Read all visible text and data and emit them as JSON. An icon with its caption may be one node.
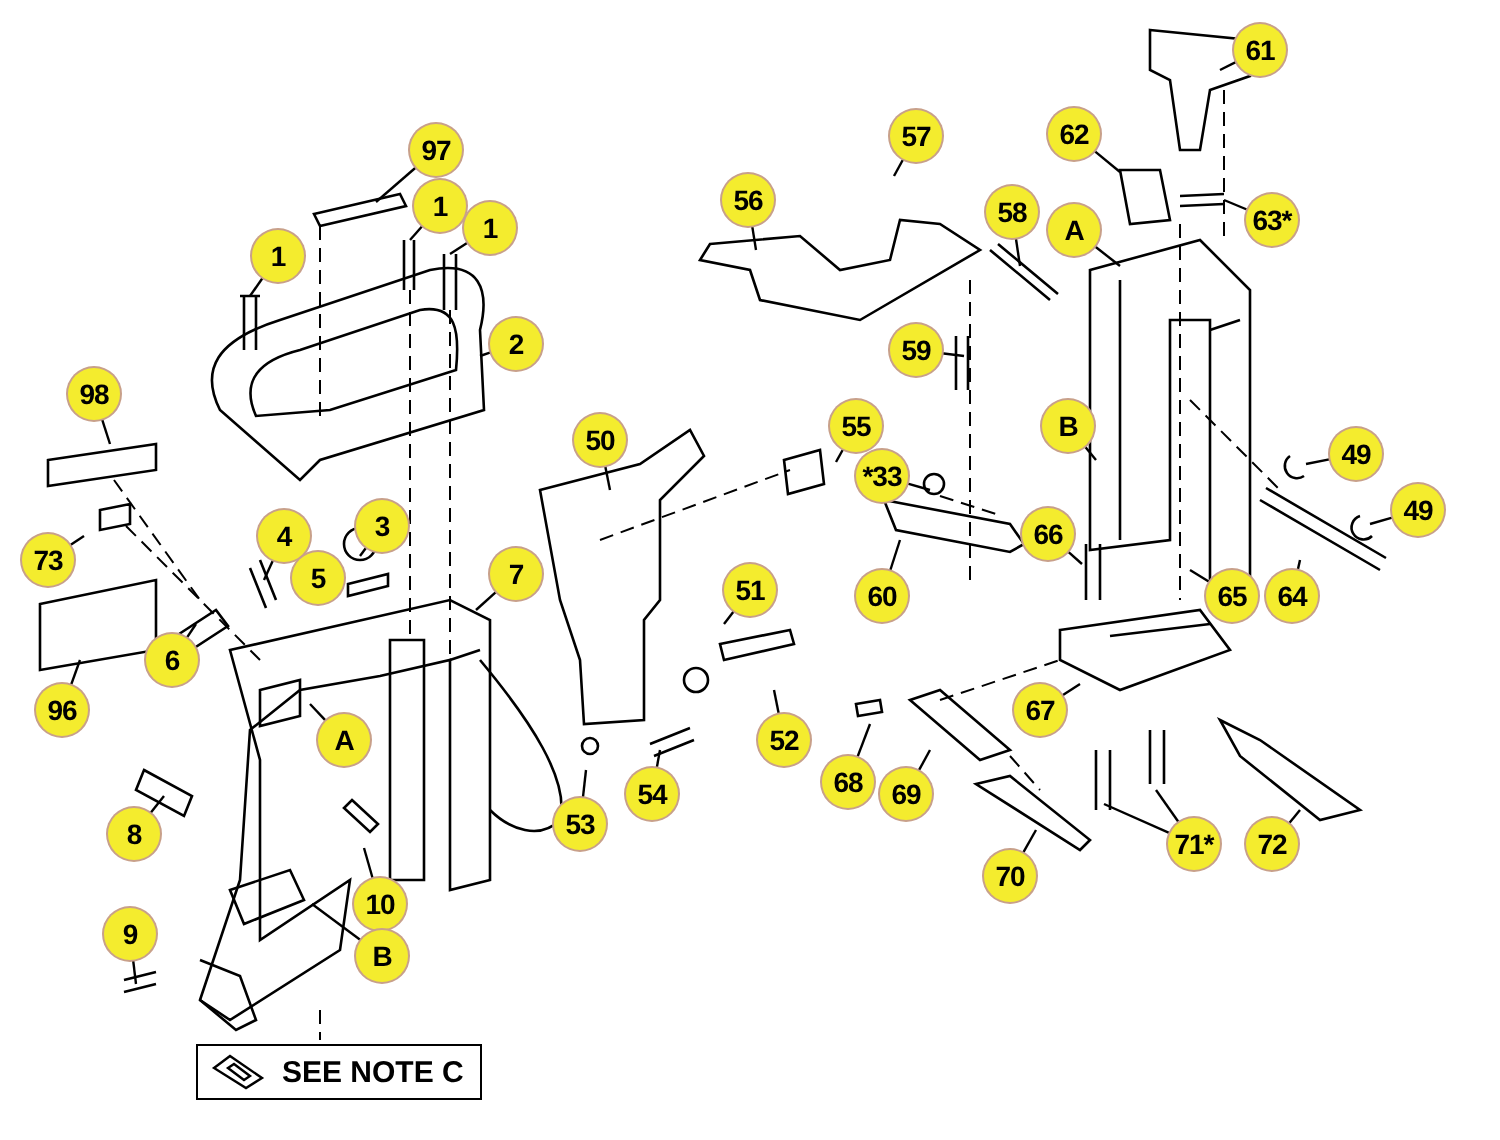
{
  "diagram": {
    "nodes": [
      {
        "text": [
          "97"
        ]
      },
      {
        "text": [
          "1"
        ]
      },
      {
        "text": [
          "1"
        ]
      },
      {
        "text": [
          "1"
        ]
      },
      {
        "text": [
          "2"
        ]
      },
      {
        "text": [
          "98"
        ]
      },
      {
        "text": [
          "73"
        ]
      },
      {
        "text": [
          "4"
        ]
      },
      {
        "text": [
          "5"
        ]
      },
      {
        "text": [
          "3"
        ]
      },
      {
        "text": [
          "7"
        ]
      },
      {
        "text": [
          "6"
        ]
      },
      {
        "text": [
          "96"
        ]
      },
      {
        "text": [
          "A"
        ]
      },
      {
        "text": [
          "8"
        ]
      },
      {
        "text": [
          "10"
        ]
      },
      {
        "text": [
          "9"
        ]
      },
      {
        "text": [
          "B"
        ]
      },
      {
        "text": [
          "SEE NOTE C"
        ]
      },
      {
        "text": [
          "56"
        ]
      },
      {
        "text": [
          "57"
        ]
      },
      {
        "text": [
          "58"
        ]
      },
      {
        "text": [
          "61"
        ]
      },
      {
        "text": [
          "62"
        ]
      },
      {
        "text": [
          "63*"
        ]
      },
      {
        "text": [
          "A"
        ]
      },
      {
        "text": [
          "59"
        ]
      },
      {
        "text": [
          "55"
        ]
      },
      {
        "text": [
          "50"
        ]
      },
      {
        "text": [
          "B"
        ]
      },
      {
        "text": [
          "*33"
        ]
      },
      {
        "text": [
          "49"
        ]
      },
      {
        "text": [
          "49"
        ]
      },
      {
        "text": [
          "66"
        ]
      },
      {
        "text": [
          "60"
        ]
      },
      {
        "text": [
          "65"
        ]
      },
      {
        "text": [
          "64"
        ]
      },
      {
        "text": [
          "51"
        ]
      },
      {
        "text": [
          "52"
        ]
      },
      {
        "text": [
          "67"
        ]
      },
      {
        "text": [
          "68"
        ]
      },
      {
        "text": [
          "69"
        ]
      },
      {
        "text": [
          "53"
        ]
      },
      {
        "text": [
          "54"
        ]
      },
      {
        "text": [
          "70"
        ]
      },
      {
        "text": [
          "71*"
        ]
      },
      {
        "text": [
          "72"
        ]
      }
    ],
    "edges": [
      {
        "from": 0,
        "to": null,
        "arrow": "none"
      },
      {
        "from": 1,
        "to": null,
        "arrow": "none"
      },
      {
        "from": 2,
        "to": null,
        "arrow": "none"
      },
      {
        "from": 3,
        "to": null,
        "arrow": "none"
      },
      {
        "from": 4,
        "to": null,
        "arrow": "none"
      },
      {
        "from": 5,
        "to": null,
        "arrow": "none"
      },
      {
        "from": 6,
        "to": null,
        "arrow": "none"
      },
      {
        "from": 7,
        "to": null,
        "arrow": "none"
      },
      {
        "from": 8,
        "to": null,
        "arrow": "none"
      },
      {
        "from": 9,
        "to": null,
        "arrow": "none"
      },
      {
        "from": 10,
        "to": null,
        "arrow": "none"
      },
      {
        "from": 11,
        "to": null,
        "arrow": "none"
      },
      {
        "from": 12,
        "to": null,
        "arrow": "none"
      },
      {
        "from": 13,
        "to": null,
        "arrow": "none"
      },
      {
        "from": 14,
        "to": null,
        "arrow": "none"
      },
      {
        "from": 15,
        "to": null,
        "arrow": "none"
      },
      {
        "from": 16,
        "to": null,
        "arrow": "none"
      },
      {
        "from": 17,
        "to": null,
        "arrow": "none"
      },
      {
        "from": 19,
        "to": null,
        "arrow": "none"
      },
      {
        "from": 20,
        "to": null,
        "arrow": "none"
      },
      {
        "from": 21,
        "to": null,
        "arrow": "none"
      },
      {
        "from": 22,
        "to": null,
        "arrow": "none"
      },
      {
        "from": 23,
        "to": null,
        "arrow": "none"
      },
      {
        "from": 24,
        "to": null,
        "arrow": "none"
      },
      {
        "from": 25,
        "to": null,
        "arrow": "none"
      },
      {
        "from": 26,
        "to": null,
        "arrow": "none"
      },
      {
        "from": 27,
        "to": null,
        "arrow": "none"
      },
      {
        "from": 28,
        "to": null,
        "arrow": "none"
      },
      {
        "from": 29,
        "to": null,
        "arrow": "none"
      },
      {
        "from": 30,
        "to": null,
        "arrow": "none"
      },
      {
        "from": 31,
        "to": null,
        "arrow": "none"
      },
      {
        "from": 32,
        "to": null,
        "arrow": "none"
      },
      {
        "from": 33,
        "to": null,
        "arrow": "none"
      },
      {
        "from": 34,
        "to": null,
        "arrow": "none"
      },
      {
        "from": 35,
        "to": null,
        "arrow": "none"
      },
      {
        "from": 36,
        "to": null,
        "arrow": "none"
      },
      {
        "from": 37,
        "to": null,
        "arrow": "none"
      },
      {
        "from": 38,
        "to": null,
        "arrow": "none"
      },
      {
        "from": 39,
        "to": null,
        "arrow": "none"
      },
      {
        "from": 40,
        "to": null,
        "arrow": "none"
      },
      {
        "from": 41,
        "to": null,
        "arrow": "none"
      },
      {
        "from": 42,
        "to": null,
        "arrow": "none"
      },
      {
        "from": 43,
        "to": null,
        "arrow": "none"
      },
      {
        "from": 44,
        "to": null,
        "arrow": "none"
      },
      {
        "from": 45,
        "to": null,
        "arrow": "none"
      },
      {
        "from": 45,
        "to": null,
        "arrow": "none"
      },
      {
        "from": 46,
        "to": null,
        "arrow": "none"
      }
    ]
  }
}
